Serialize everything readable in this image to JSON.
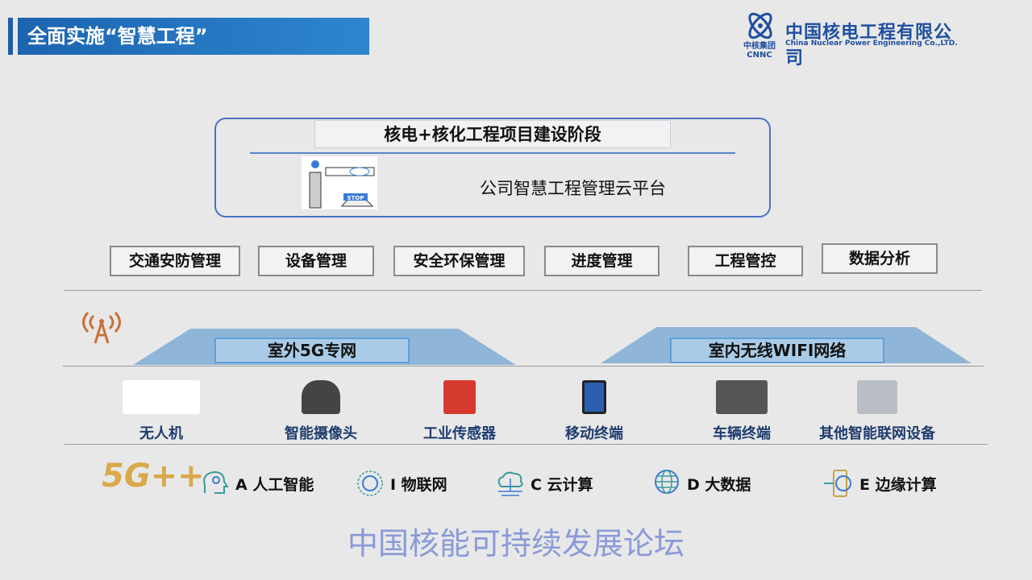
{
  "header": {
    "title": "全面实施“智慧工程”"
  },
  "logo": {
    "company_cn": "中国核电工程有限公司",
    "company_en": "China Nuclear Power Engineering Co.,LTD.",
    "group_cn": "中核集团",
    "group_en": "CNNC"
  },
  "platform": {
    "stage": "核电+核化工程项目建设阶段",
    "name": "公司智慧工程管理云平台",
    "gate_sign": "STOP"
  },
  "modules": [
    "交通安防管理",
    "设备管理",
    "安全环保管理",
    "进度管理",
    "工程管控",
    "数据分析"
  ],
  "networks": {
    "outdoor": "室外5G专网",
    "indoor": "室内无线WIFI网络"
  },
  "devices": [
    "无人机",
    "智能摄像头",
    "工业传感器",
    "移动终端",
    "车辆终端",
    "其他智能联网设备"
  ],
  "tech_logo": "5G++",
  "tech": [
    "A 人工智能",
    "I 物联网",
    "C 云计算",
    "D 大数据",
    "E 边缘计算"
  ],
  "watermark": "中国核能可持续发展论坛",
  "colors": {
    "title_bar": "#1c64b0",
    "box_border": "#4a72c4",
    "network": "#8fb5d8",
    "device_label": "#1f3c6e",
    "accent_5g": "#d9a94a"
  }
}
